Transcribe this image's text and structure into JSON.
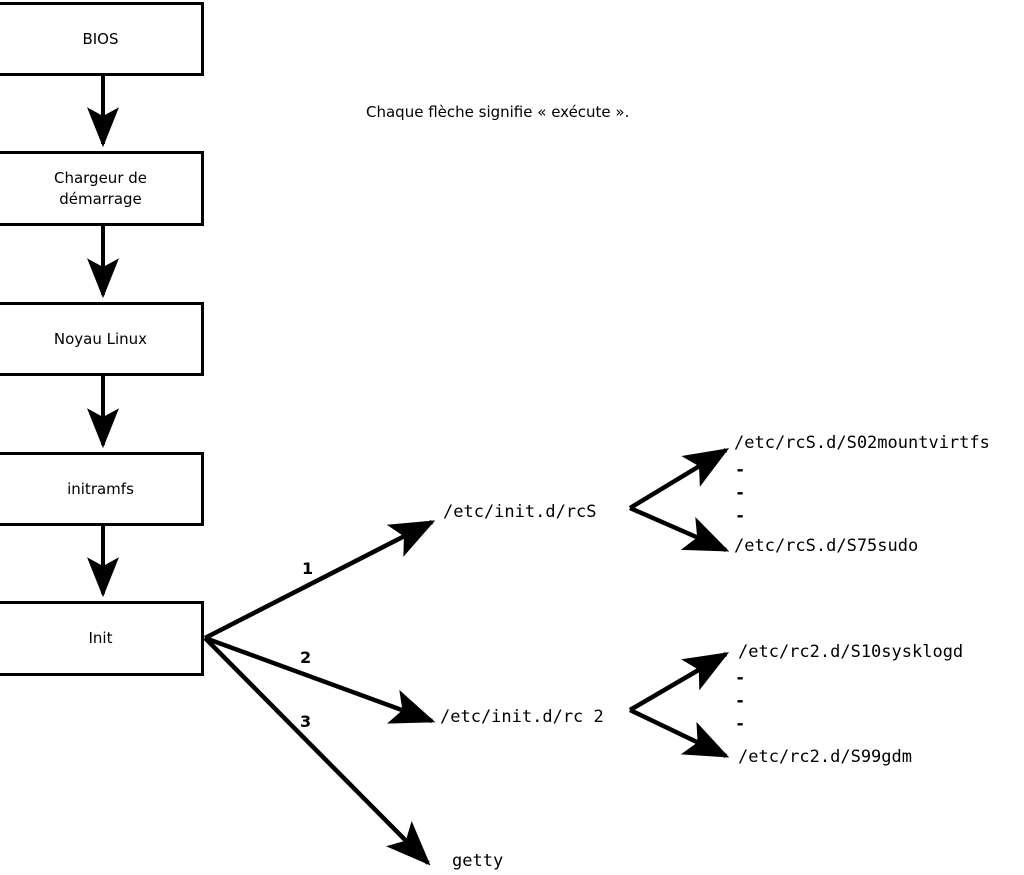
{
  "diagram": {
    "title_note": "Chaque flèche signifie « exécute ».",
    "boot_chain": [
      {
        "id": "bios",
        "label": "BIOS"
      },
      {
        "id": "bootloader",
        "label": "Chargeur de\ndémarrage"
      },
      {
        "id": "kernel",
        "label": "Noyau Linux"
      },
      {
        "id": "initramfs",
        "label": "initramfs"
      },
      {
        "id": "init",
        "label": "Init"
      }
    ],
    "init_branches": [
      {
        "number": "1",
        "target": "/etc/init.d/rcS"
      },
      {
        "number": "2",
        "target": "/etc/init.d/rc 2"
      },
      {
        "number": "3",
        "target": "getty"
      }
    ],
    "rcs_scripts": {
      "first": "/etc/rcS.d/S02mountvirtfs",
      "ellipsis": [
        "-",
        "-",
        "-"
      ],
      "last": "/etc/rcS.d/S75sudo"
    },
    "rc2_scripts": {
      "first": "/etc/rc2.d/S10sysklogd",
      "ellipsis": [
        "-",
        "-",
        "-"
      ],
      "last": "/etc/rc2.d/S99gdm"
    },
    "colors": {
      "stroke": "#000000",
      "fill": "#ffffff",
      "text": "#000000"
    }
  }
}
